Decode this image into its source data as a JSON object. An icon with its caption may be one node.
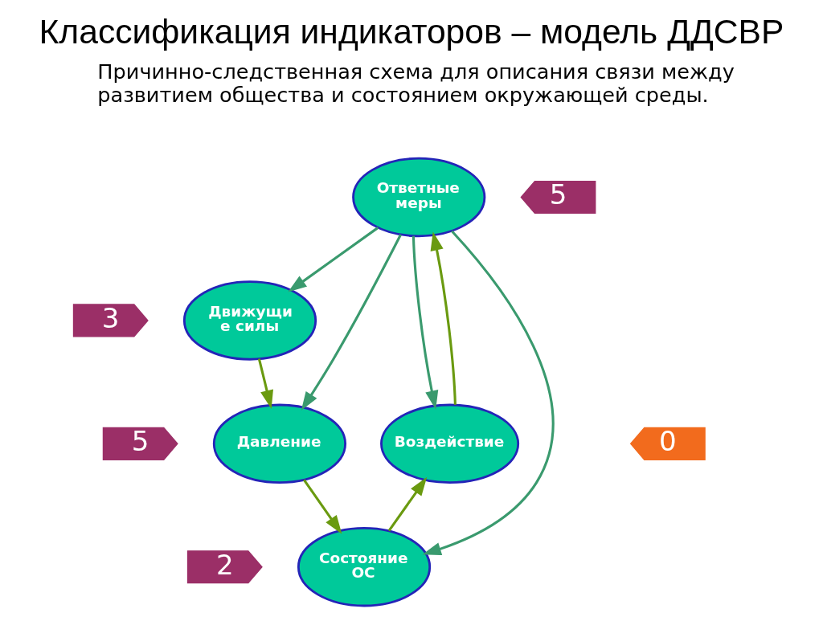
{
  "diagram": {
    "title": "Классификация индикаторов – модель ДДСВР",
    "nodes": [
      {
        "text": [
          "3"
        ]
      },
      {
        "text": [
          "Движущи е силы"
        ]
      },
      {
        "text": [
          "Ответные меры"
        ]
      },
      {
        "text": [
          "5"
        ]
      },
      {
        "text": [
          "5"
        ]
      },
      {
        "text": [
          "Давление"
        ]
      },
      {
        "text": [
          "Воздействие"
        ]
      },
      {
        "text": [
          "0"
        ]
      },
      {
        "text": [
          "2"
        ]
      },
      {
        "text": [
          "Состояние ОС"
        ]
      }
    ],
    "edges": [
      {
        "from": 2,
        "to": 1,
        "arrow": "to",
        "color": "#3a9a6e"
      },
      {
        "from": 2,
        "to": 5,
        "arrow": "to",
        "color": "#3a9a6e"
      },
      {
        "from": 2,
        "to": 9,
        "arrow": "to",
        "color": "#3a9a6e"
      },
      {
        "from": 2,
        "to": 6,
        "arrow": "to",
        "color": "#3a9a6e"
      },
      {
        "from": 1,
        "to": 5,
        "arrow": "to",
        "color": "#6a9a10"
      },
      {
        "from": 5,
        "to": 9,
        "arrow": "to",
        "color": "#6a9a10"
      },
      {
        "from": 9,
        "to": 6,
        "arrow": "to",
        "color": "#6a9a10"
      },
      {
        "from": 6,
        "to": 2,
        "arrow": "to",
        "color": "#6a9a10"
      }
    ],
    "labels": [
      "Причинно-следственная схема для описания связи между развитием общества и состоянием окружающей среды."
    ]
  }
}
